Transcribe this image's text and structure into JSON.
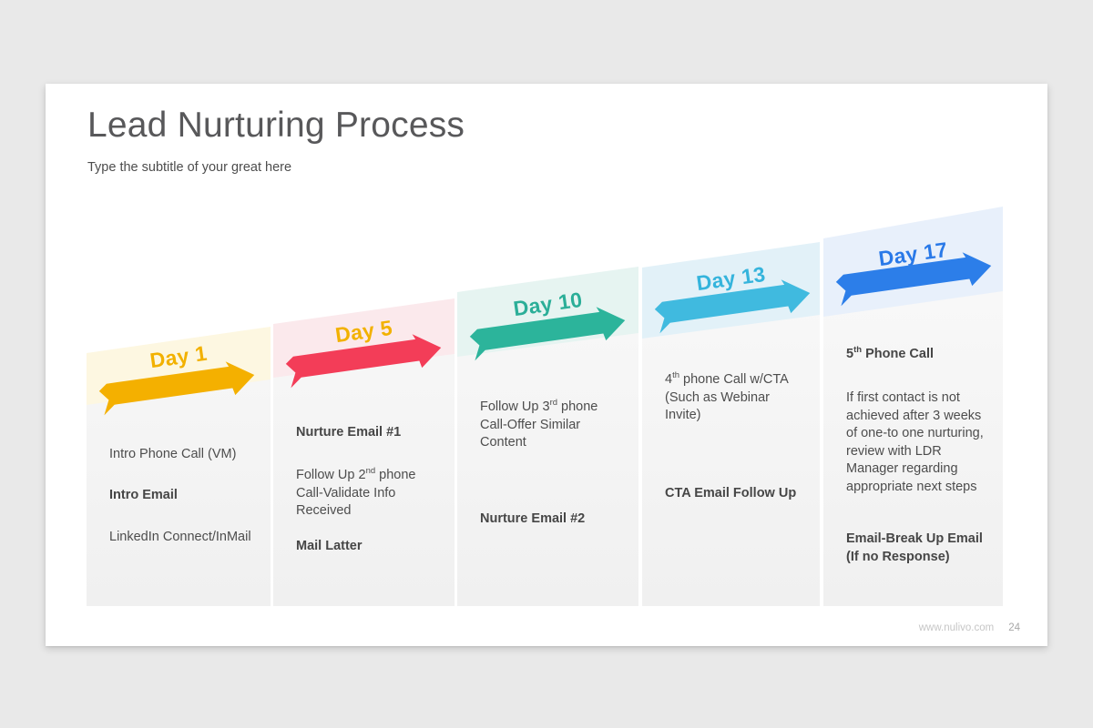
{
  "slide": {
    "title": "Lead Nurturing Process",
    "subtitle": "Type the subtitle of your great here",
    "footer": {
      "website": "www.nulivo.com",
      "page_number": "24"
    }
  },
  "columns": [
    {
      "label": "Day 1",
      "accent": "#f2b100",
      "arrow_color": "#f4b000",
      "tint": "#fdf7e1",
      "items": [
        {
          "text": "Intro Phone Call (VM)",
          "bold": false
        },
        {
          "text": "Intro Email",
          "bold": true
        },
        {
          "text": "LinkedIn Connect/InMail",
          "bold": false
        }
      ]
    },
    {
      "label": "Day 5",
      "accent": "#f2b100",
      "arrow_color": "#f33d58",
      "tint": "#fbe9ec",
      "items": [
        {
          "text": "Nurture Email #1",
          "bold": true
        },
        {
          "pre": "Follow Up 2",
          "sup": "nd",
          "post": " phone Call-Validate Info Received",
          "bold": false
        },
        {
          "text": "Mail Latter",
          "bold": true
        }
      ]
    },
    {
      "label": "Day 10",
      "accent": "#2bae98",
      "arrow_color": "#2cb49b",
      "tint": "#e6f4f1",
      "items": [
        {
          "pre": "Follow Up 3",
          "sup": "rd",
          "post": " phone Call-Offer Similar Content",
          "bold": false
        },
        {
          "text": "Nurture Email #2",
          "bold": true
        }
      ]
    },
    {
      "label": "Day 13",
      "accent": "#35b4dc",
      "arrow_color": "#40badf",
      "tint": "#e2f1f8",
      "items": [
        {
          "pre": "4",
          "sup": "th",
          "post": " phone Call w/CTA (Such as Webinar Invite)",
          "bold": false
        },
        {
          "text": "CTA Email Follow Up",
          "bold": true
        }
      ]
    },
    {
      "label": "Day 17",
      "accent": "#2979e8",
      "arrow_color": "#2c7ee9",
      "tint": "#e8f0fb",
      "items": [
        {
          "pre": "5",
          "sup": "th",
          "post": " Phone Call",
          "bold": true
        },
        {
          "text": "If first contact is not achieved after 3 weeks of one-to one nurturing, review with LDR Manager regarding appropriate next steps",
          "bold": false
        },
        {
          "text": "Email-Break Up Email (If no Response)",
          "bold": true
        }
      ]
    }
  ]
}
